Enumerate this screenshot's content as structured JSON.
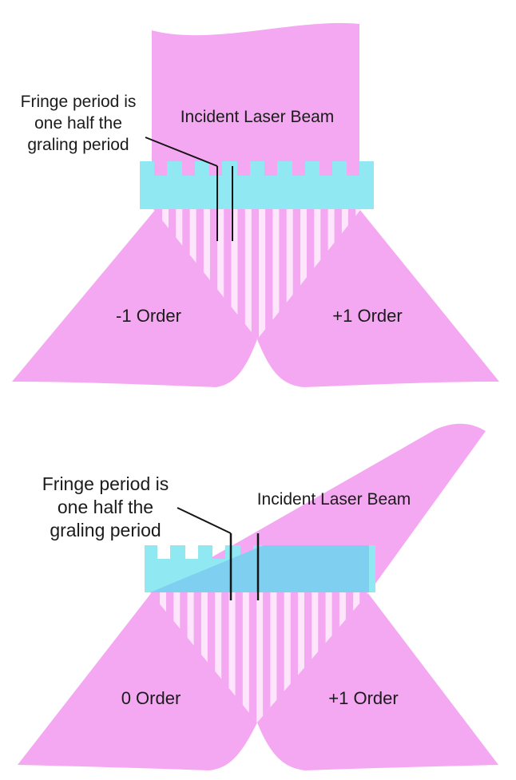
{
  "colors": {
    "beam": "#f5a8f2",
    "grating": "#8fe8f2",
    "grating_overlap": "#7fd0f0",
    "fringe_light": "#fde6fc",
    "line": "#151515",
    "text": "#1b1b1b"
  },
  "panels": [
    {
      "annotation_lines": [
        "Fringe period is",
        "one half the",
        "graling period"
      ],
      "beam_label": "Incident Laser Beam",
      "left_order": "-1 Order",
      "right_order": "+1 Order"
    },
    {
      "annotation_lines": [
        "Fringe period is",
        "one half the",
        "graling period"
      ],
      "beam_label": "Incident Laser Beam",
      "left_order": "0 Order",
      "right_order": "+1 Order"
    }
  ]
}
